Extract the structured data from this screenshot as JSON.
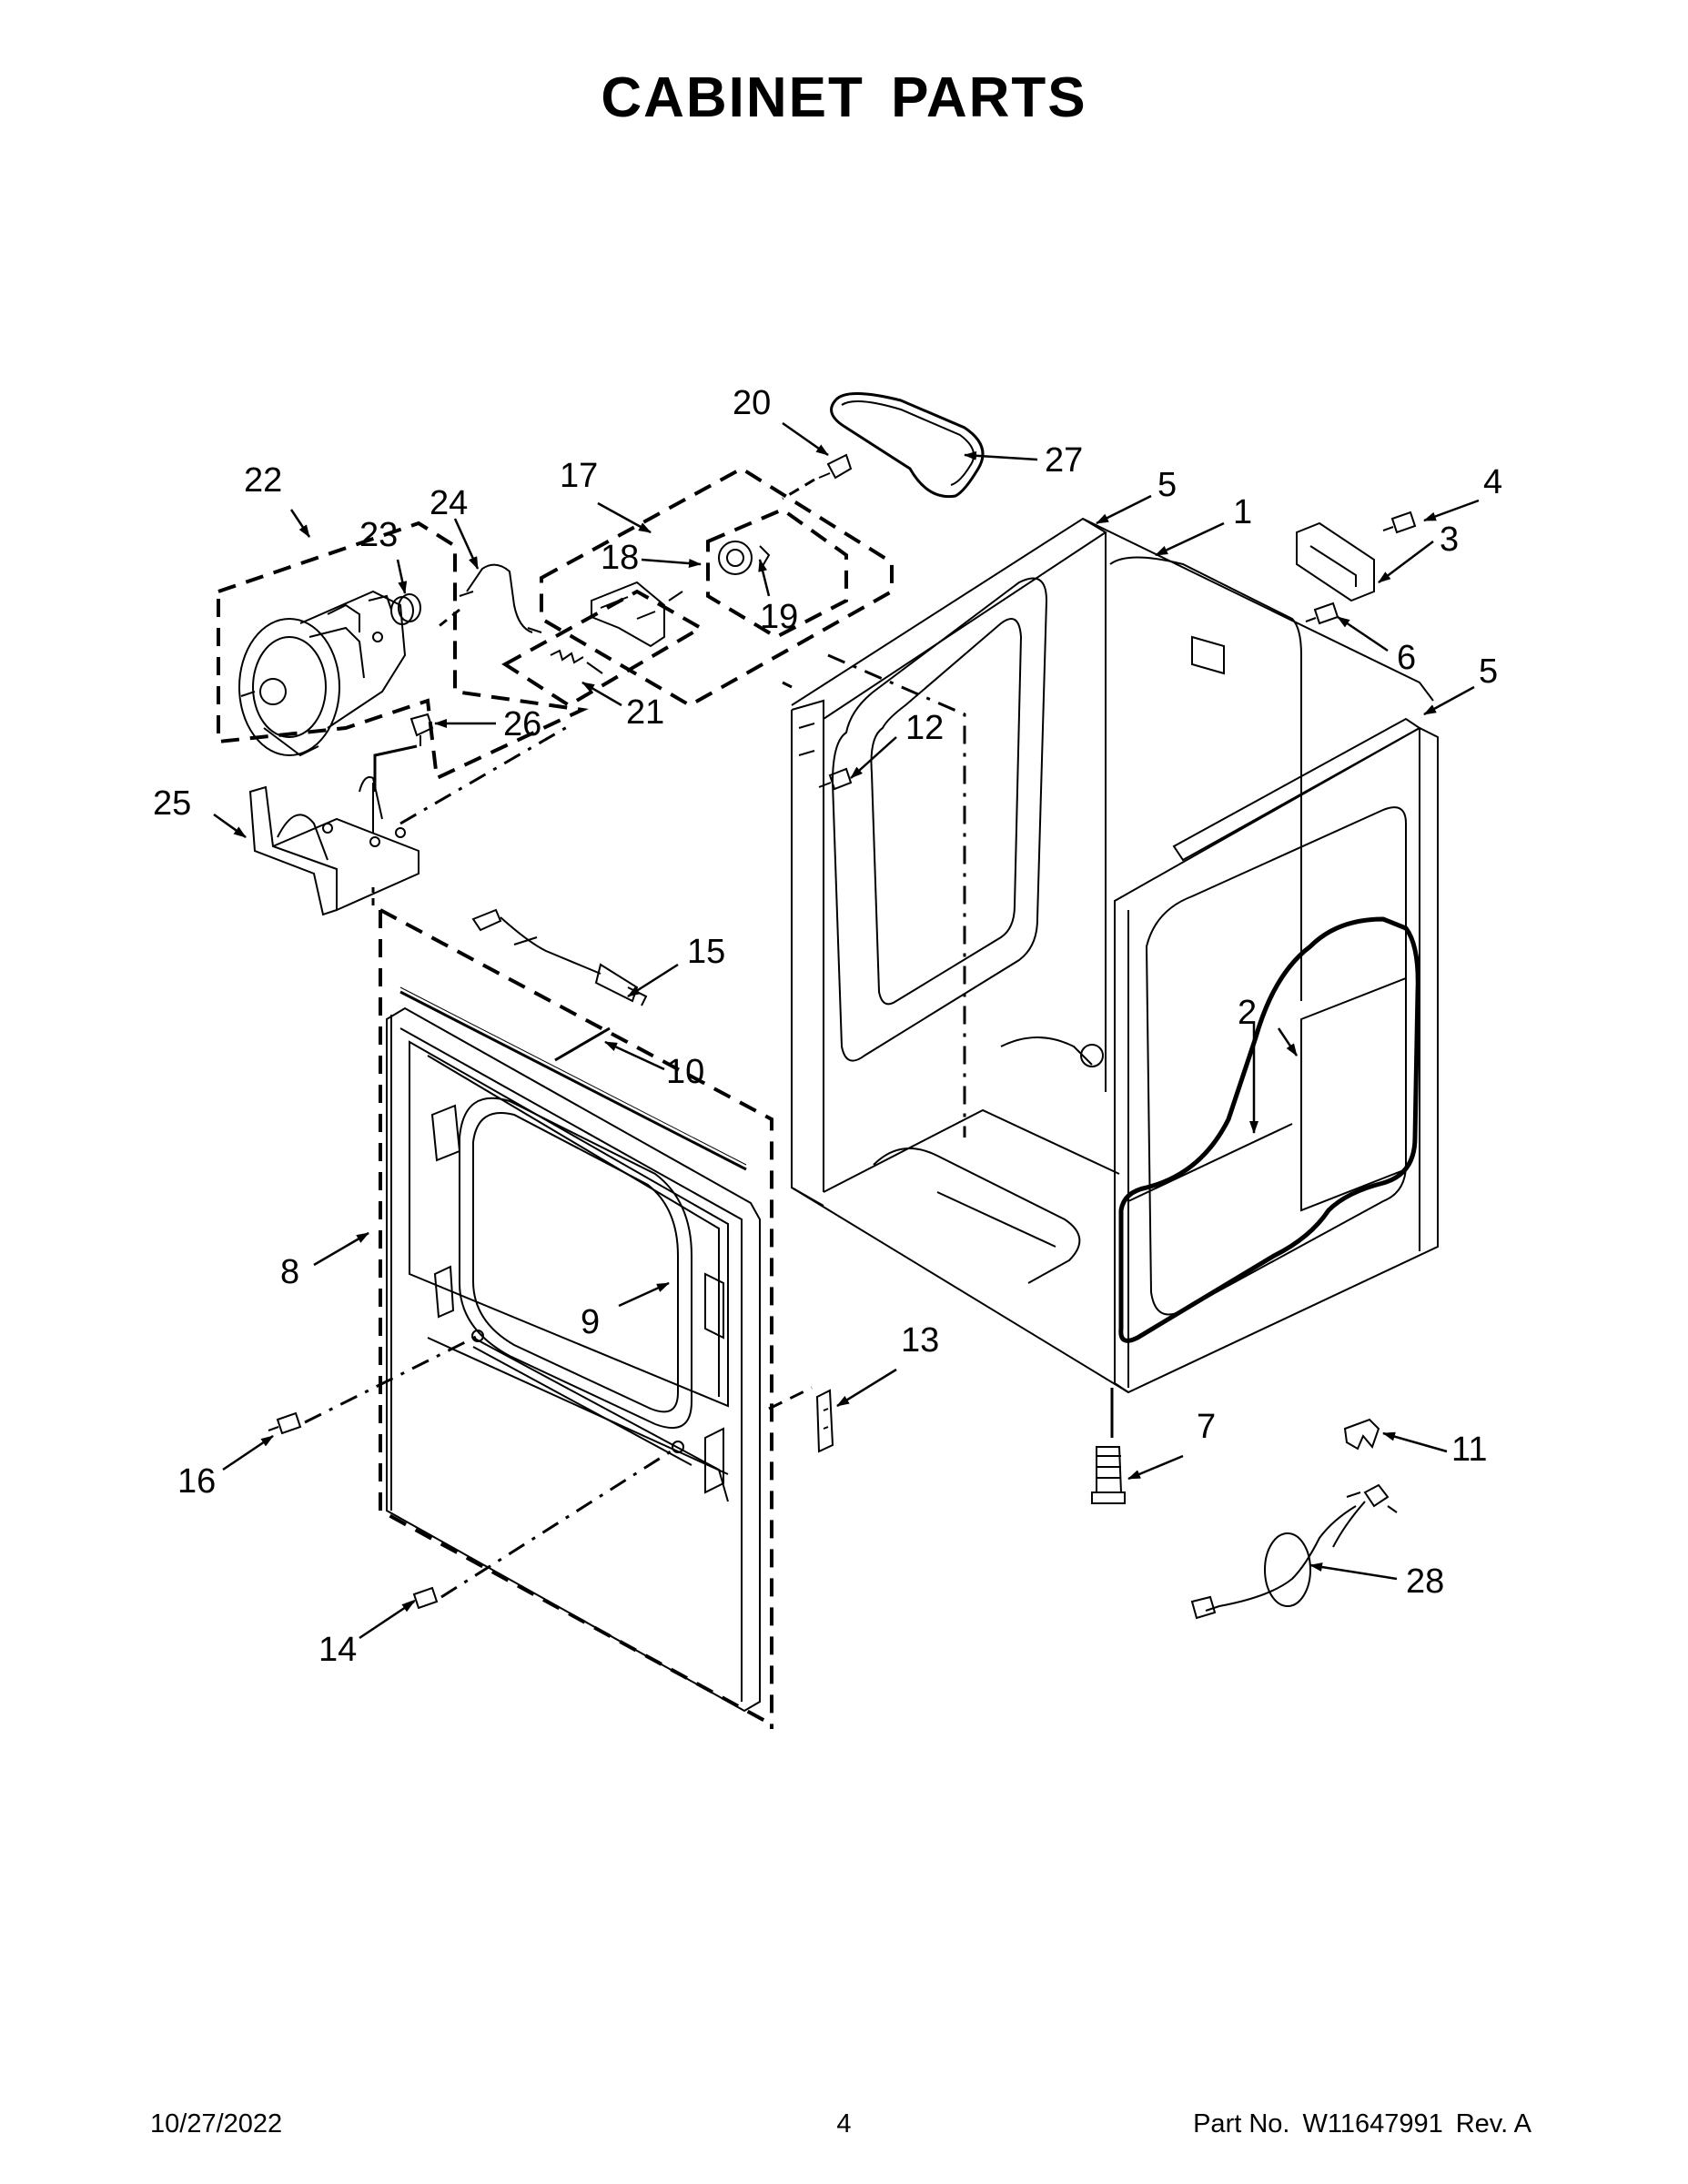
{
  "page": {
    "title": "CABINET PARTS",
    "footer": {
      "date": "10/27/2022",
      "page_number": "4",
      "part_label": "Part No.",
      "part_number": "W11647991",
      "revision": "Rev. A"
    }
  },
  "callouts": {
    "c1": "1",
    "c2": "2",
    "c3": "3",
    "c4": "4",
    "c5a": "5",
    "c5b": "5",
    "c6": "6",
    "c7": "7",
    "c8": "8",
    "c9": "9",
    "c10": "10",
    "c11": "11",
    "c12": "12",
    "c13": "13",
    "c14": "14",
    "c15": "15",
    "c16": "16",
    "c17": "17",
    "c18": "18",
    "c19": "19",
    "c20": "20",
    "c21": "21",
    "c22": "22",
    "c23": "23",
    "c24": "24",
    "c25": "25",
    "c26": "26",
    "c27": "27",
    "c28": "28"
  }
}
